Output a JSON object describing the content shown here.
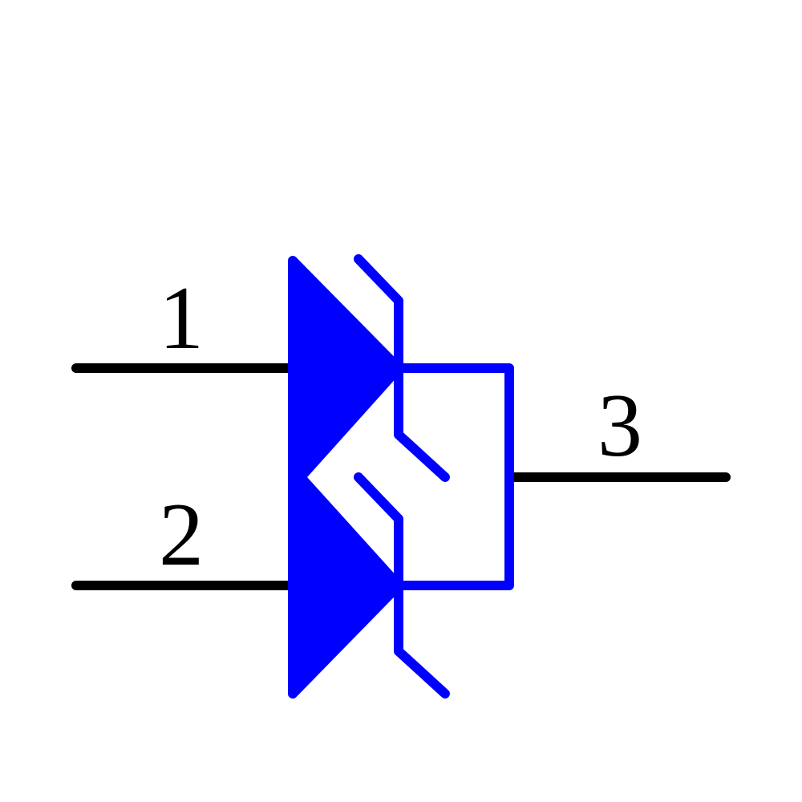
{
  "symbol": {
    "type": "dual-tvs-diode-common-cathode",
    "body_color": "#0000ff",
    "pin_color": "#000000",
    "background": "#ffffff"
  },
  "pins": [
    {
      "number": "1",
      "label": "1",
      "side": "left"
    },
    {
      "number": "2",
      "label": "2",
      "side": "left"
    },
    {
      "number": "3",
      "label": "3",
      "side": "right"
    }
  ]
}
